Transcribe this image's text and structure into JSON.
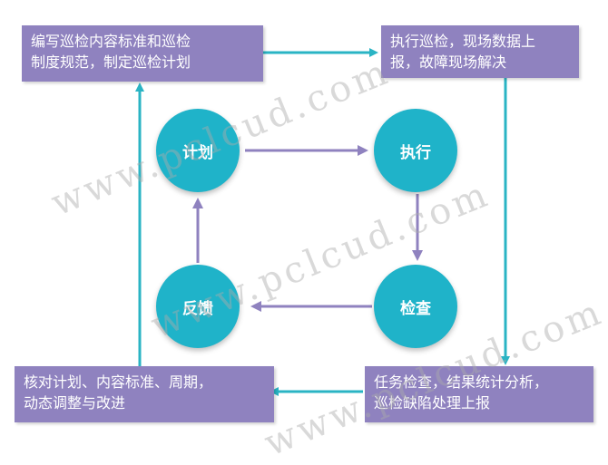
{
  "boxes": {
    "top_left": [
      "编写巡检内容标准和巡检",
      "制度规范，制定巡检计划"
    ],
    "top_right": [
      "执行巡检，现场数据上",
      "报，故障现场解决"
    ],
    "bottom_left": [
      "核对计划、内容标准、周期，",
      "动态调整与改进"
    ],
    "bottom_right": [
      "任务检查，结果统计分析，",
      "巡检缺陷处理上报"
    ]
  },
  "circles": {
    "plan": "计划",
    "execute": "执行",
    "check": "检查",
    "feedback": "反馈"
  },
  "watermark": "www.pclcud.com",
  "colors": {
    "box": "#8f82bf",
    "circle": "#1fb3c9",
    "teal_arrow": "#2ab4c4",
    "purple_arrow": "#8f82bf"
  }
}
